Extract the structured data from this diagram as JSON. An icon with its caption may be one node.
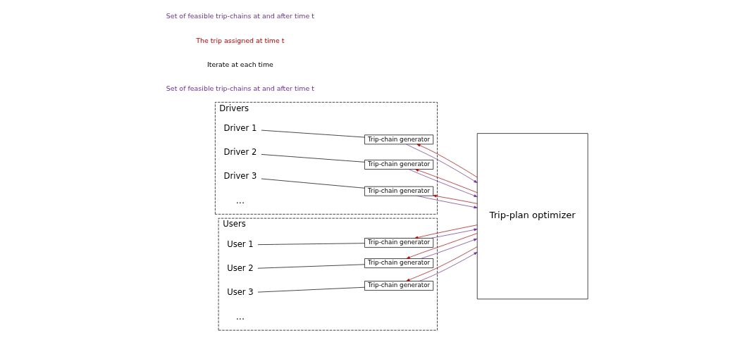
{
  "diagram": {
    "nodes": [
      {
        "text": [
          "Drivers"
        ]
      },
      {
        "text": [
          "Driver 1"
        ],
        "in": 0
      },
      {
        "text": [
          "Trip-chain generator"
        ],
        "in": 0
      },
      {
        "text": [
          "Driver 2"
        ],
        "in": 0
      },
      {
        "text": [
          "Trip-chain generator"
        ],
        "in": 0
      },
      {
        "text": [
          "Driver 3"
        ],
        "in": 0
      },
      {
        "text": [
          "Trip-chain generator"
        ],
        "in": 0
      },
      {
        "text": [
          "Users"
        ]
      },
      {
        "text": [
          "User 1"
        ],
        "in": 7
      },
      {
        "text": [
          "Trip-chain generator"
        ],
        "in": 7
      },
      {
        "text": [
          "User 2"
        ],
        "in": 7
      },
      {
        "text": [
          "Trip-chain generator"
        ],
        "in": 7
      },
      {
        "text": [
          "User 3"
        ],
        "in": 7
      },
      {
        "text": [
          "Trip-chain generator"
        ],
        "in": 7
      },
      {
        "text": [
          "Trip-plan optimizer"
        ]
      }
    ],
    "edges": [
      {
        "from": 1,
        "to": 2,
        "arrow": "none"
      },
      {
        "from": 3,
        "to": 4,
        "arrow": "none"
      },
      {
        "from": 5,
        "to": 6,
        "arrow": "none"
      },
      {
        "from": 8,
        "to": 9,
        "arrow": "none"
      },
      {
        "from": 10,
        "to": 11,
        "arrow": "none"
      },
      {
        "from": 12,
        "to": 13,
        "arrow": "none"
      },
      {
        "from": 2,
        "to": 14,
        "arrow": "to",
        "color": "#7030a0"
      },
      {
        "from": 4,
        "to": 14,
        "arrow": "to",
        "color": "#7030a0"
      },
      {
        "from": 6,
        "to": 14,
        "arrow": "to",
        "color": "#7030a0"
      },
      {
        "from": 9,
        "to": 14,
        "arrow": "to",
        "color": "#7030a0"
      },
      {
        "from": 11,
        "to": 14,
        "arrow": "to",
        "color": "#7030a0"
      },
      {
        "from": 13,
        "to": 14,
        "arrow": "to",
        "color": "#7030a0"
      },
      {
        "from": 14,
        "to": 2,
        "arrow": "to",
        "color": "#c00000"
      },
      {
        "from": 14,
        "to": 4,
        "arrow": "to",
        "color": "#c00000"
      },
      {
        "from": 14,
        "to": 6,
        "arrow": "to",
        "color": "#c00000"
      },
      {
        "from": 14,
        "to": 9,
        "arrow": "to",
        "color": "#c00000"
      },
      {
        "from": 14,
        "to": 11,
        "arrow": "to",
        "color": "#c00000"
      },
      {
        "from": 14,
        "to": 13,
        "arrow": "to",
        "color": "#c00000"
      }
    ],
    "labels": [
      "Set of feasible trip-chains at and after time t",
      "Iterate at each time",
      "The trip assigned at time t",
      "...",
      "...",
      "Set of feasible trip-chains at and after time t"
    ]
  }
}
